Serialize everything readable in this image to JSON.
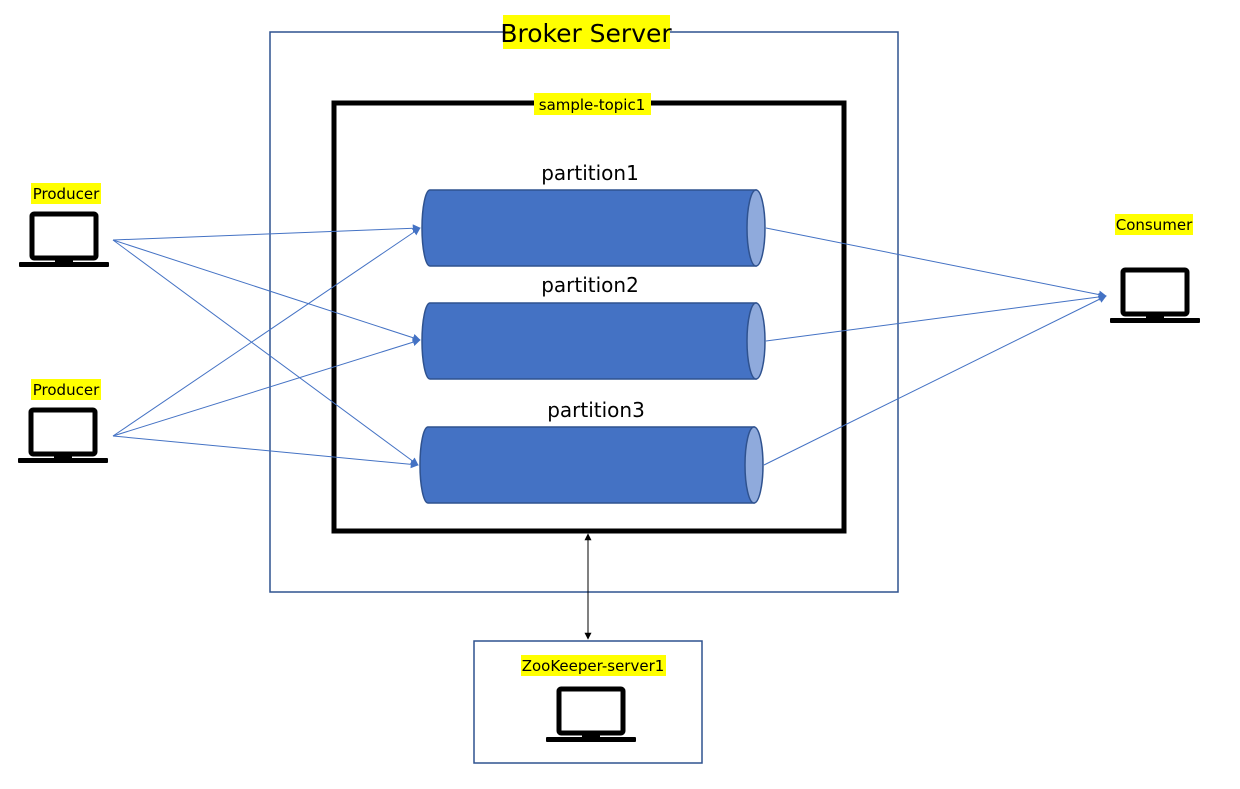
{
  "broker": {
    "title": "Broker Server"
  },
  "topic": {
    "title": "sample-topic1"
  },
  "partitions": [
    {
      "label": "partition1"
    },
    {
      "label": "partition2"
    },
    {
      "label": "partition3"
    }
  ],
  "producers": [
    {
      "label": "Producer"
    },
    {
      "label": "Producer"
    }
  ],
  "consumer": {
    "label": "Consumer"
  },
  "zookeeper": {
    "label": "ZooKeeper-server1"
  },
  "colors": {
    "highlight": "#ffff00",
    "partition_fill": "#4472c4",
    "partition_cap": "#8faadc",
    "partition_stroke": "#2f528f",
    "arrow": "#4472c4",
    "broker_border": "#2f528f",
    "topic_border": "#000000"
  }
}
